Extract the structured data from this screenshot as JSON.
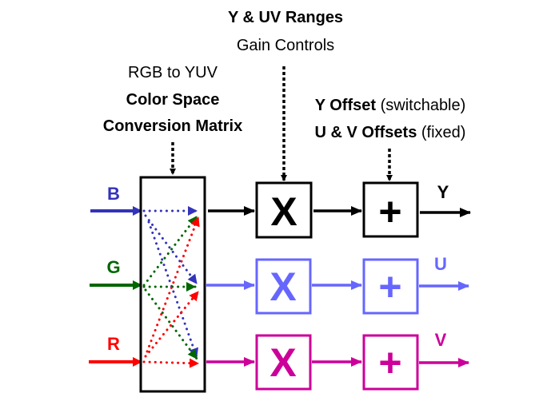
{
  "gain_label": {
    "title": "Y & UV Ranges",
    "subtitle": "Gain Controls"
  },
  "matrix_label": {
    "line1": "RGB to YUV",
    "line2": "Color Space",
    "line3": "Conversion Matrix"
  },
  "offset_label": {
    "line1_bold": "Y Offset",
    "line1_rest": " (switchable)",
    "line2_bold": "U & V Offsets",
    "line2_rest": " (fixed)"
  },
  "inputs": [
    {
      "name": "B",
      "color": "#3333bb"
    },
    {
      "name": "G",
      "color": "#006600"
    },
    {
      "name": "R",
      "color": "#ff0000"
    }
  ],
  "outputs": [
    {
      "name": "Y",
      "color": "#000000"
    },
    {
      "name": "U",
      "color": "#6666ff"
    },
    {
      "name": "V",
      "color": "#cc0099"
    }
  ],
  "operators": {
    "multiply": "X",
    "add": "+"
  }
}
